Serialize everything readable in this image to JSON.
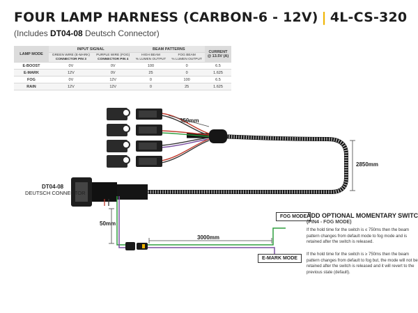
{
  "header": {
    "title_main": "FOUR LAMP HARNESS (CARBON-6 - 12V)",
    "title_sep": "|",
    "title_code": "4L-CS-320",
    "subtitle_pre": "(Includes ",
    "subtitle_bold": "DT04-08",
    "subtitle_post": " Deutsch Connector)"
  },
  "table": {
    "lamp_mode": "LAMP MODE",
    "input_signal": "INPUT SIGNAL",
    "beam_patterns": "BEAM PATTERNS",
    "current_1": "CURRENT",
    "current_2": "@ 13.5V (A)",
    "col_green_1": "GREEN WIRE (E-MARK)",
    "col_green_2": "CONNECTOR PIN 3",
    "col_purple_1": "PURPLE WIRE (FOG)",
    "col_purple_2": "CONNECTOR PIN 4",
    "col_high_1": "HIGH BEAM",
    "col_high_2": "% LUMEN OUTPUT",
    "col_fog_1": "FOG BEAM",
    "col_fog_2": "% LUMEN OUTPUT",
    "rows": [
      {
        "mode": "E-BOOST",
        "green": "0V",
        "purple": "0V",
        "high": "100",
        "fog": "0",
        "current": "6.5"
      },
      {
        "mode": "E-MARK",
        "green": "12V",
        "purple": "0V",
        "high": "25",
        "fog": "0",
        "current": "1.625"
      },
      {
        "mode": "FOG",
        "green": "0V",
        "purple": "12V",
        "high": "0",
        "fog": "100",
        "current": "6.5"
      },
      {
        "mode": "RAIN",
        "green": "12V",
        "purple": "12V",
        "high": "0",
        "fog": "25",
        "current": "1.625"
      }
    ]
  },
  "diagram": {
    "len_350": "350mm",
    "len_2850": "2850mm",
    "len_50": "50mm",
    "len_3000": "3000mm",
    "connector_code": "DT04-08",
    "connector_name": "DEUTSCH CONNECTOR",
    "fog_mode_box": "FOG MODE",
    "emark_mode_box": "E-MARK MODE"
  },
  "note": {
    "heading": "ADD OPTIONAL MOMENTARY SWITCH",
    "sub": "(PIN4 - FOG MODE)",
    "p1": "If the hold time for the switch is ≤ 750ms then the beam pattern changes from default mode to fog mode and is retained after the switch is released.",
    "p2": "If the hold time for the switch is ≥ 750ms then the beam pattern changes from default to fog but, the mode will not be retained after the switch is released and it will revert to the previous state (default)."
  },
  "colors": {
    "accent": "#f0b400",
    "green_wire": "#2e9e3e",
    "purple_wire": "#7a4fa0"
  }
}
